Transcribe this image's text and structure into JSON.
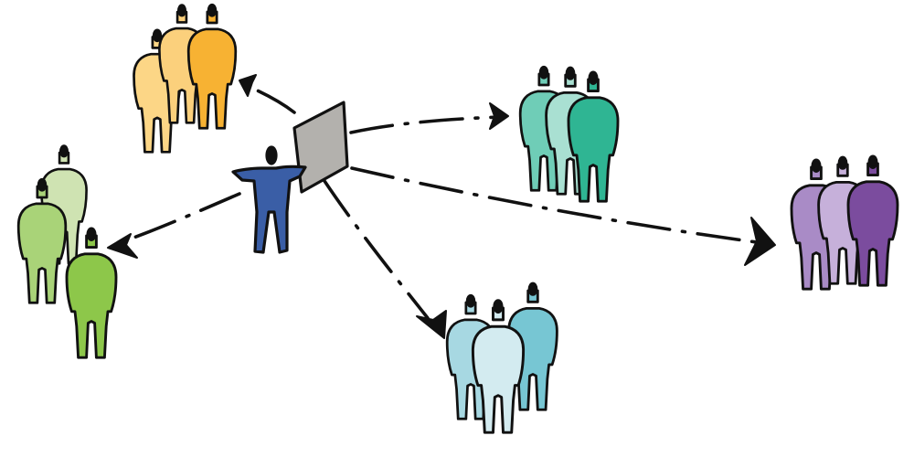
{
  "colors": {
    "ink": "#111111",
    "presenter": "#3a5ea6",
    "screen": "#b3b1ad",
    "group_yellow": [
      "#fcd686",
      "#fbd07c",
      "#f7b233"
    ],
    "group_green": [
      "#cfe3b2",
      "#a9d378",
      "#8dc74a"
    ],
    "group_teal": [
      "#6fcdb7",
      "#a9e0d2",
      "#2fb593"
    ],
    "group_blue": [
      "#a7d8e2",
      "#77c6d3",
      "#d3ebf0"
    ],
    "group_purple": [
      "#a98bc6",
      "#c6b0da",
      "#7b4c9e"
    ]
  },
  "icons": {
    "presenter": "presenter-person-icon",
    "screen": "presentation-screen-icon",
    "people": "people-group-icon"
  },
  "diagram": {
    "hub": "presenter-with-screen",
    "audiences": [
      "yellow",
      "green",
      "teal",
      "blue",
      "purple"
    ]
  }
}
